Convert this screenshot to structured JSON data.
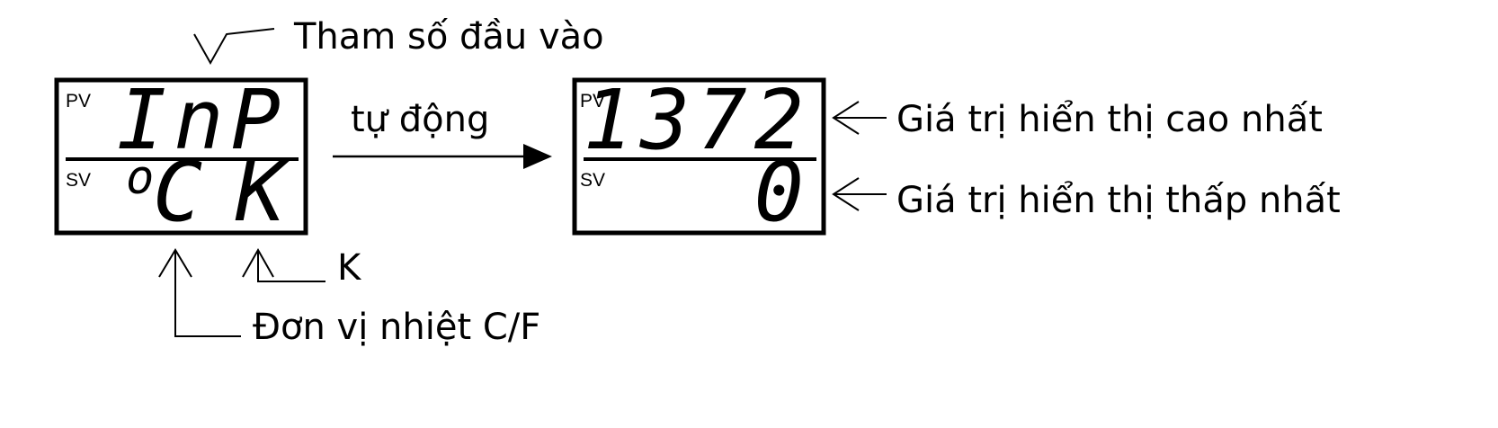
{
  "labels": {
    "input_param": "Tham số đầu vào",
    "auto": "tự động",
    "max_display": "Giá trị hiển thị cao nhất",
    "min_display": "Giá trị hiển thị thấp nhất",
    "k_type": "K",
    "temp_unit": "Đơn vị nhiệt C/F"
  },
  "left_display": {
    "pv_tag": "PV",
    "sv_tag": "SV",
    "pv_value": "InP",
    "sv_degree": "o",
    "sv_unit": "C",
    "sv_type": "K"
  },
  "right_display": {
    "pv_tag": "PV",
    "sv_tag": "SV",
    "pv_value": "1372",
    "sv_value": "0"
  }
}
